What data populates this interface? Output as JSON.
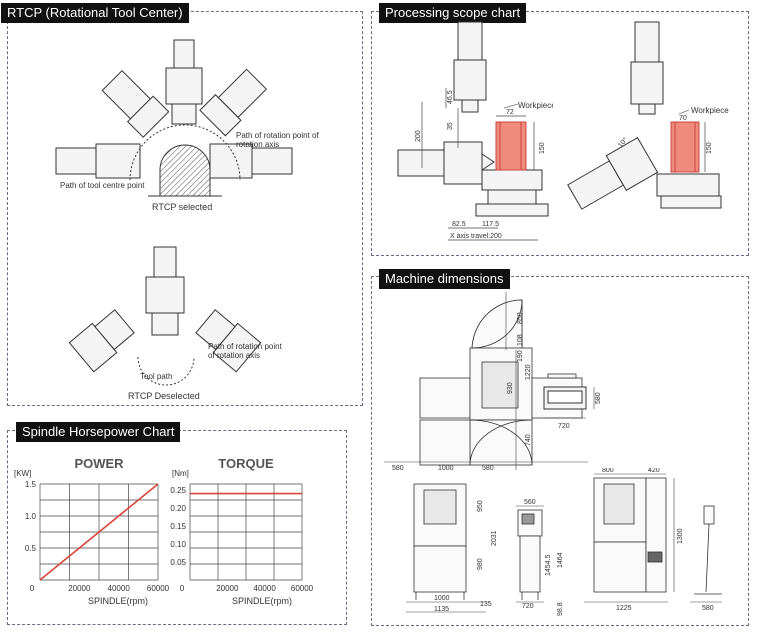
{
  "rtcp": {
    "title": "RTCP (Rotational Tool Center)",
    "top_label_rotation": "Path of rotation point of rotation axis",
    "top_label_rotation_1": "Path of rotation point of",
    "top_label_rotation_2": "rotation axis",
    "top_label_tool": "Path of tool centre point",
    "selected": "RTCP selected",
    "bottom_label_rotation_1": "Path of rotation point",
    "bottom_label_rotation_2": "of rotation axis",
    "tool_path": "Tool path",
    "deselected": "RTCP Deselected"
  },
  "scope": {
    "title": "Processing scope chart",
    "workpiece_left": "Workpiece",
    "workpiece_right": "Workpiece",
    "d_46_5": "46.5",
    "d_35": "35",
    "d_200": "200",
    "d_72": "72",
    "d_150_left": "150",
    "d_82_5": "82.5",
    "d_117_5": "117.5",
    "x_travel": "X axis travel:200",
    "d_70": "70",
    "d_150_right": "150",
    "angle": "10°"
  },
  "machine": {
    "title": "Machine dimensions",
    "top_850": "850",
    "top_108": "108",
    "top_190": "190",
    "top_930": "930",
    "top_1220": "1220",
    "top_740": "740",
    "w_580_left": "580",
    "w_1000": "1000",
    "w_580_right": "580",
    "box_580": "580",
    "box_720": "720",
    "f_950": "950",
    "f_2031": "2031",
    "f_980": "980",
    "f_1000": "1000",
    "f_1135": "1135",
    "f_135": "135",
    "c_560": "560",
    "c_1454_5": "1454.5",
    "c_1464": "1464",
    "c_720": "720",
    "c_98_8": "98.8",
    "s_800": "800",
    "s_420": "420",
    "s_1300": "1300",
    "s_1225": "1225",
    "p_580": "580"
  },
  "spindle": {
    "title": "Spindle Horsepower Chart",
    "zero": "0",
    "xlabel": "SPINDLE(rpm)"
  },
  "chart_data": [
    {
      "type": "line",
      "title": "POWER",
      "ylabel": "[KW]",
      "xlabel": "SPINDLE(rpm)",
      "xlim": [
        0,
        60000
      ],
      "ylim": [
        0,
        1.5
      ],
      "x_ticks": [
        "20000",
        "40000",
        "60000"
      ],
      "y_ticks": [
        "0.5",
        "1.0",
        "1.5"
      ],
      "series": [
        {
          "x": [
            0,
            60000
          ],
          "y": [
            0,
            1.5
          ]
        }
      ],
      "grid": true,
      "color": "#d9453b"
    },
    {
      "type": "line",
      "title": "TORQUE",
      "ylabel": "[Nm]",
      "xlabel": "SPINDLE(rpm)",
      "xlim": [
        0,
        60000
      ],
      "ylim": [
        0,
        0.25
      ],
      "x_ticks": [
        "20000",
        "40000",
        "60000"
      ],
      "y_ticks": [
        "0.05",
        "0.10",
        "0.15",
        "0.20",
        "0.25"
      ],
      "series": [
        {
          "x": [
            0,
            60000
          ],
          "y": [
            0.24,
            0.24
          ]
        }
      ],
      "grid": true,
      "color": "#d9453b"
    }
  ]
}
